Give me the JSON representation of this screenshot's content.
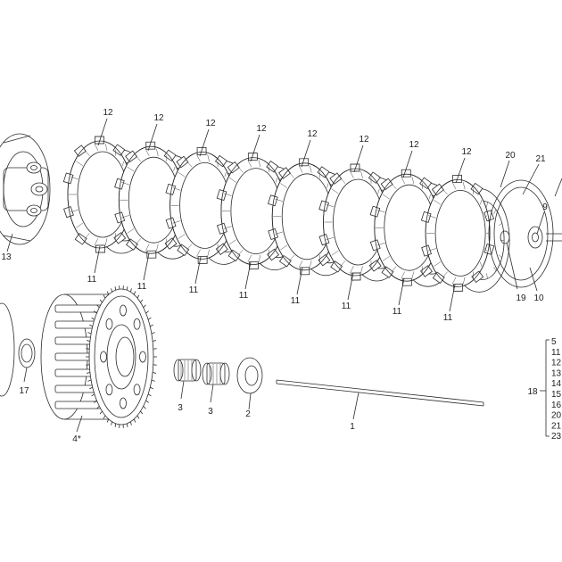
{
  "colors": {
    "line": "#2b2b2b",
    "background": "#ffffff",
    "label": "#222222"
  },
  "callouts": {
    "top_plates": [
      "12",
      "12",
      "12",
      "12",
      "12",
      "12",
      "12",
      "12"
    ],
    "bottom_plates": [
      "11",
      "11",
      "11",
      "11",
      "11",
      "11",
      "11",
      "11"
    ],
    "part_20": "20",
    "part_21": "21",
    "part_9": "9",
    "part_19": "19",
    "part_10": "10",
    "part_13": "13",
    "part_17": "17",
    "part_4": "4*",
    "part_3a": "3",
    "part_3b": "3",
    "part_2": "2",
    "part_1": "1",
    "kit_ref": "18"
  },
  "kit_list": [
    "5",
    "11",
    "12",
    "13",
    "14",
    "15",
    "16",
    "20",
    "21",
    "23"
  ]
}
